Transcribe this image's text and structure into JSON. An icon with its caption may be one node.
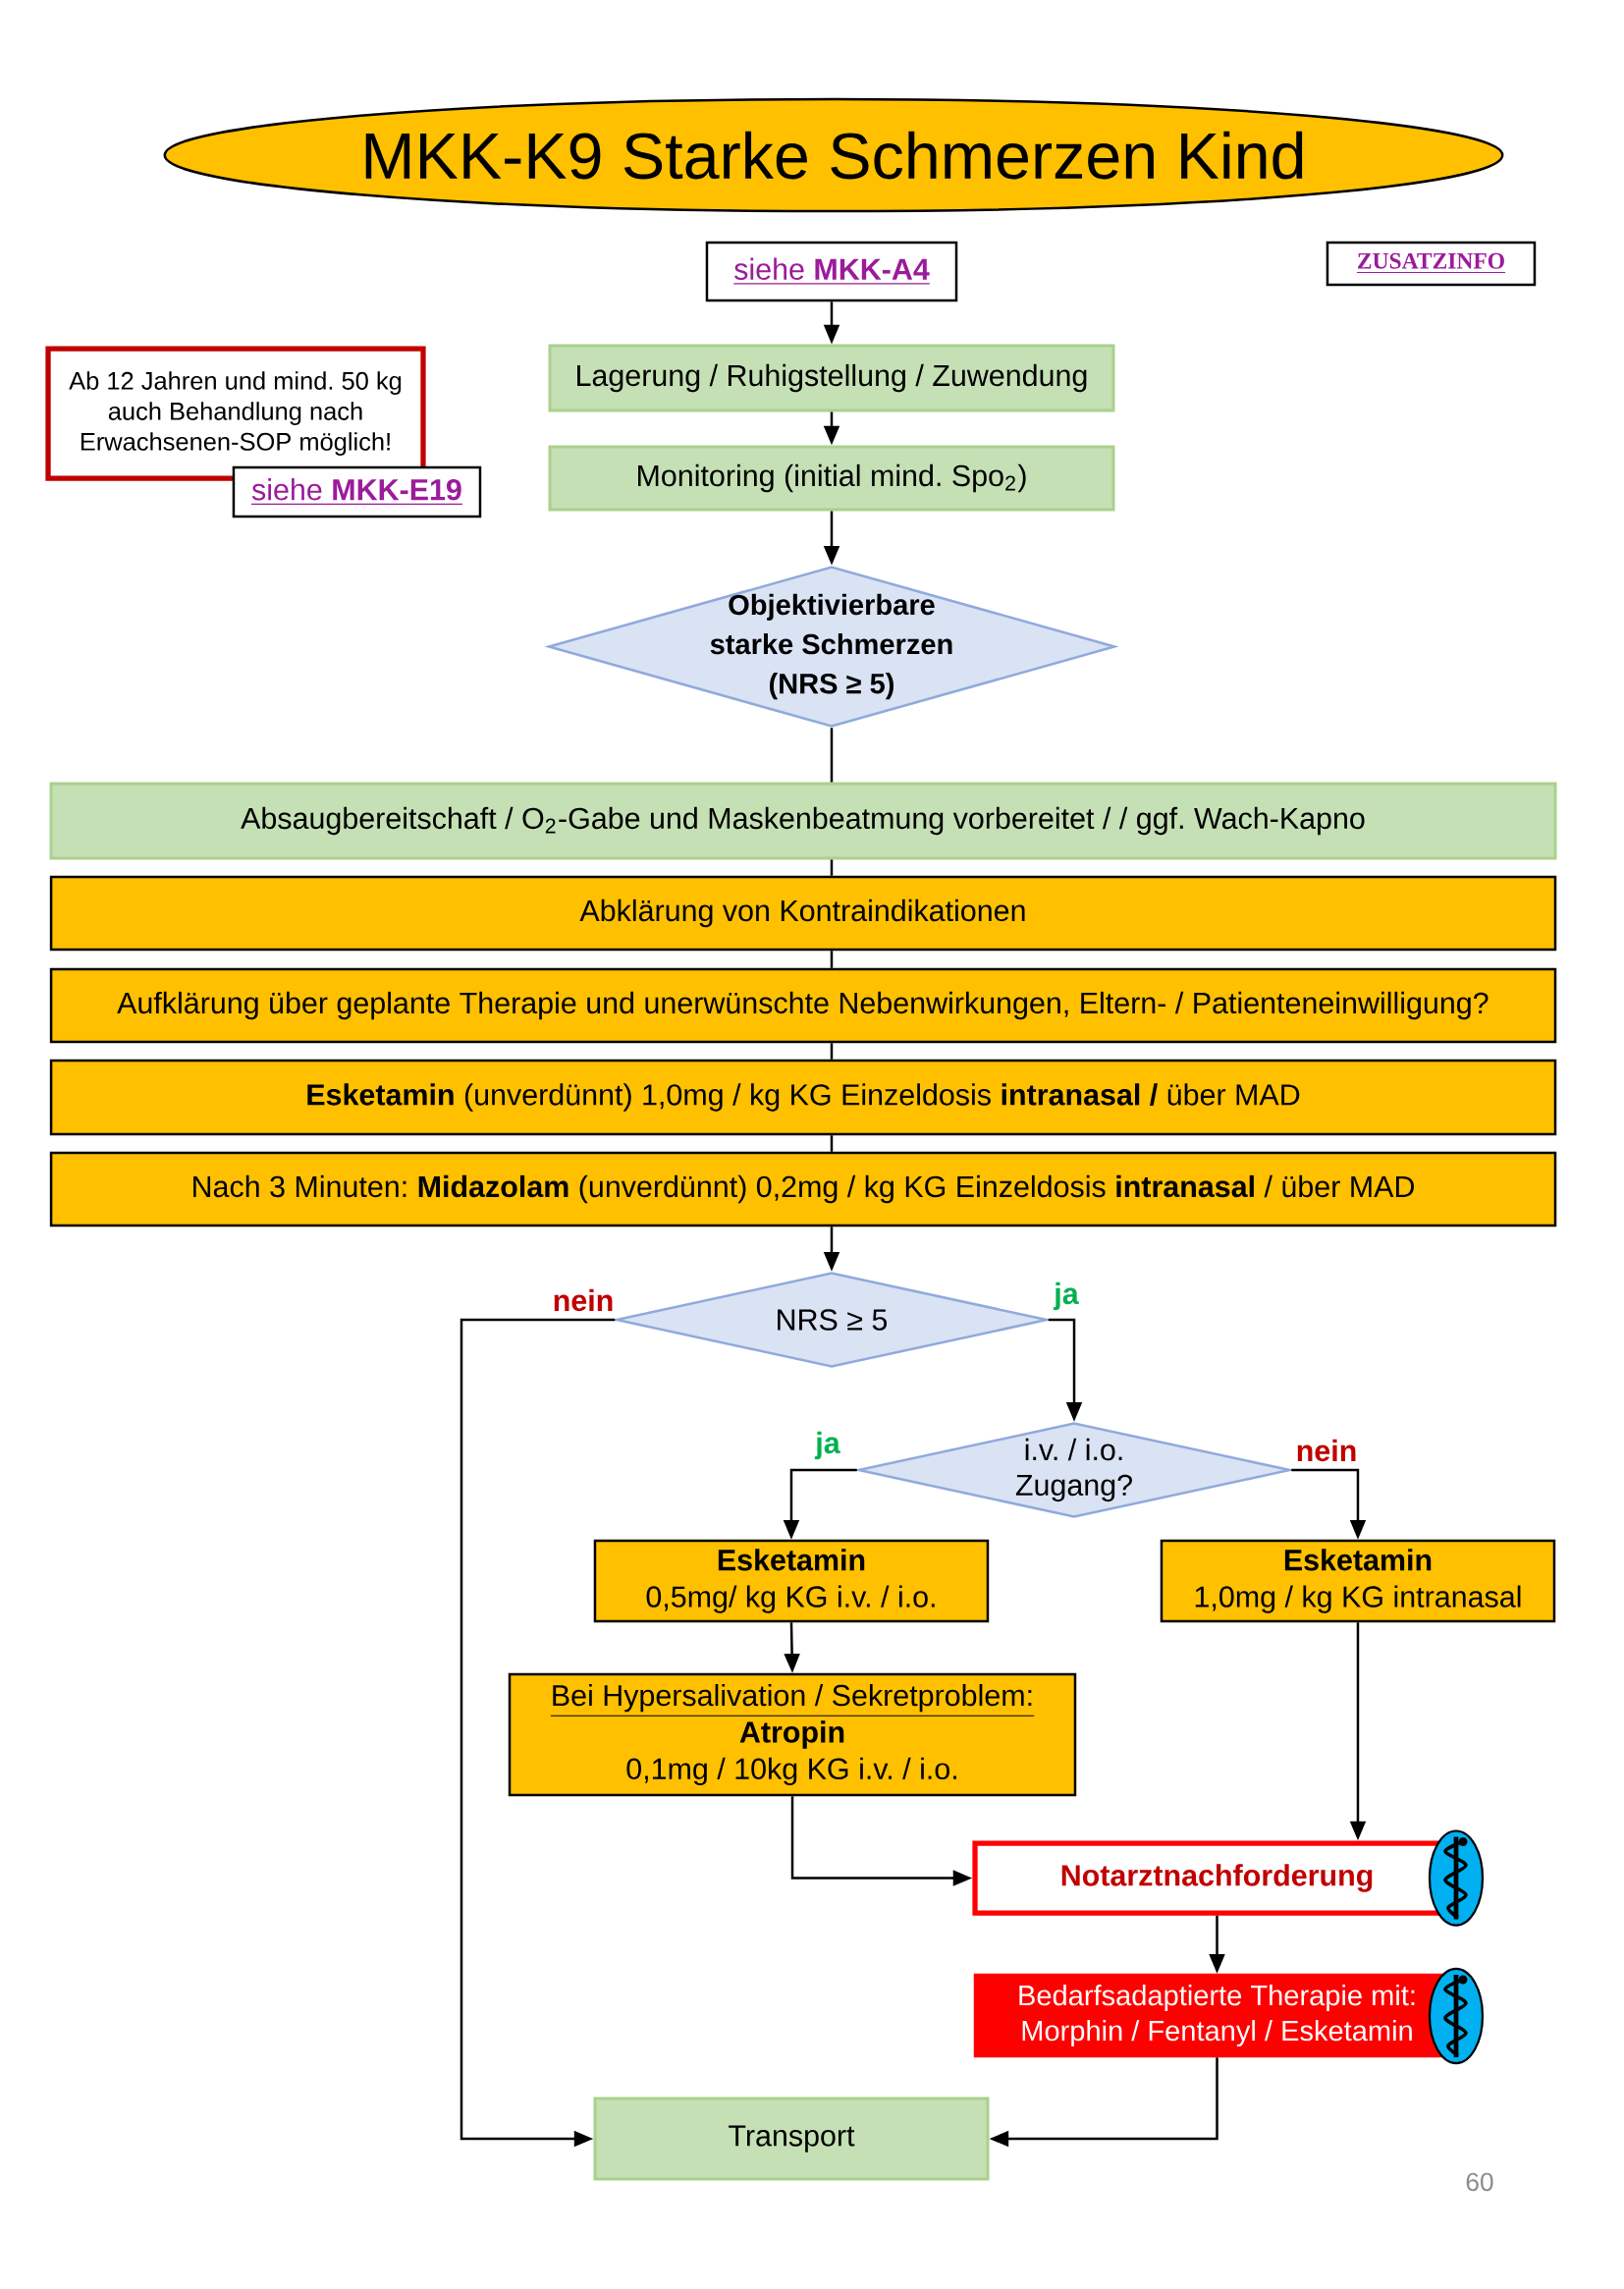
{
  "diagram": {
    "title": "MKK-K9 Starke Schmerzen Kind",
    "nodes": [
      {
        "text": [
          "siehe **MKK-A4**"
        ]
      },
      {
        "text": [
          "ZUSATZINFO"
        ]
      },
      {
        "text": [
          "Ab 12 Jahren und mind. 50 kg auch Behandlung nach Erwachsenen-SOP möglich!"
        ]
      },
      {
        "text": [
          "siehe **MKK-E19**"
        ]
      },
      {
        "text": [
          "Lagerung / Ruhigstellung / Zuwendung"
        ]
      },
      {
        "text": [
          "Monitoring (initial mind. Spo$_{2}$)"
        ]
      },
      {
        "text": [
          "Objektivierbare starke Schmerzen (NRS ≥ 5)"
        ]
      },
      {
        "text": [
          "Absaugbereitschaft / O$_{2}$-Gabe und Maskenbeatmung vorbereitet / / ggf. Wach-Kapno"
        ]
      },
      {
        "text": [
          "Abklärung von Kontraindikationen"
        ]
      },
      {
        "text": [
          "Aufklärung über geplante Therapie und unerwünschte Nebenwirkungen, Eltern- / Patienteneinwilligung?"
        ]
      },
      {
        "text": [
          "**Esketamin** (unverdünnt) 1,0mg / kg KG Einzeldosis **intranasal /** über MAD"
        ]
      },
      {
        "text": [
          "Nach 3 Minuten: **Midazolam** (unverdünnt) 0,2mg / kg KG Einzeldosis **intranasal** / über MAD"
        ]
      },
      {
        "text": [
          "NRS ≥ 5"
        ]
      },
      {
        "text": [
          "i.v. / i.o. Zugang?"
        ]
      },
      {
        "text": [
          "Esketamin",
          "0,5mg/ kg KG i.v. / i.o."
        ]
      },
      {
        "text": [
          "Esketamin",
          "1,0mg / kg KG intranasal"
        ]
      },
      {
        "text": [
          "Bei Hypersalivation / Sekretproblem:",
          "Atropin",
          "0,1mg / 10kg KG i.v. / i.o."
        ]
      },
      {
        "text": [
          "Notarztnachforderung"
        ]
      },
      {
        "text": [
          "Bedarfsadaptierte Therapie mit: Morphin / Fentanyl / Esketamin"
        ]
      },
      {
        "text": [
          "Transport"
        ]
      }
    ],
    "edges": [
      {
        "from": 0,
        "to": 4,
        "arrow": "to"
      },
      {
        "from": 4,
        "to": 5,
        "arrow": "to"
      },
      {
        "from": 5,
        "to": 6,
        "arrow": "to"
      },
      {
        "from": 6,
        "to": 7,
        "arrow": "none"
      },
      {
        "from": 7,
        "to": 8,
        "arrow": "none"
      },
      {
        "from": 8,
        "to": 9,
        "arrow": "none"
      },
      {
        "from": 9,
        "to": 10,
        "arrow": "none"
      },
      {
        "from": 10,
        "to": 11,
        "arrow": "none"
      },
      {
        "from": 11,
        "to": 12,
        "arrow": "to"
      },
      {
        "from": 12,
        "to": 19,
        "arrow": "to",
        "label": "nein"
      },
      {
        "from": 12,
        "to": 13,
        "arrow": "to",
        "label": "ja"
      },
      {
        "from": 13,
        "to": 14,
        "arrow": "to",
        "label": "ja"
      },
      {
        "from": 13,
        "to": 15,
        "arrow": "to",
        "label": "nein"
      },
      {
        "from": 14,
        "to": 16,
        "arrow": "to"
      },
      {
        "from": 16,
        "to": 17,
        "arrow": "to"
      },
      {
        "from": 15,
        "to": 17,
        "arrow": "to"
      },
      {
        "from": 17,
        "to": 18,
        "arrow": "to"
      },
      {
        "from": 18,
        "to": 19,
        "arrow": "to"
      }
    ],
    "labels": [
      "60"
    ]
  }
}
